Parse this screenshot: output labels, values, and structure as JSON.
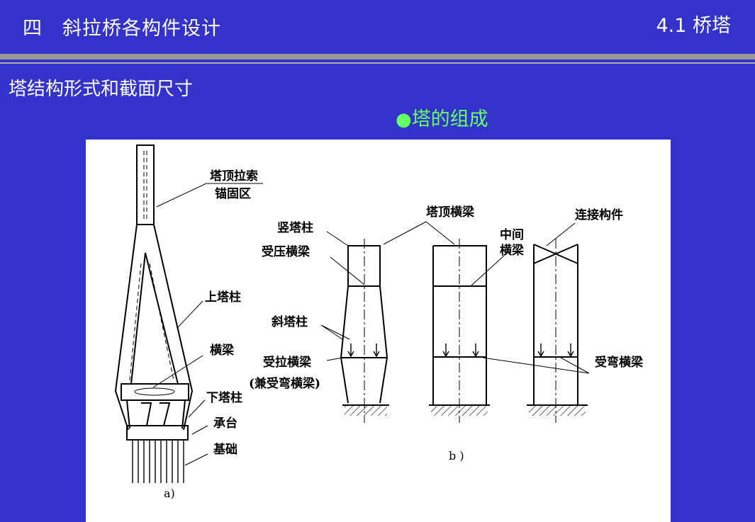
{
  "header": {
    "chapter_title": "四　斜拉桥各构件设计",
    "section_title": "4.1 桥塔"
  },
  "subheading": "塔结构形式和截面尺寸",
  "bullet": {
    "symbol": "●",
    "text": "塔的组成"
  },
  "figure": {
    "labels_a": {
      "anchor_zone_1": "塔顶拉索",
      "anchor_zone_2": "锚固区",
      "upper_column": "上塔柱",
      "crossbeam": "横梁",
      "lower_column": "下塔柱",
      "pile_cap": "承台",
      "foundation": "基础",
      "caption": "a)"
    },
    "labels_b": {
      "vertical_column": "竖塔柱",
      "compression_beam": "受压横梁",
      "top_beam": "塔顶横梁",
      "middle_beam_1": "中间",
      "middle_beam_2": "横梁",
      "connector": "连接构件",
      "inclined_column": "斜塔柱",
      "tension_beam": "受拉横梁",
      "tension_beam_note": "(兼受弯横梁)",
      "bending_beam": "受弯横梁",
      "caption": "b )"
    }
  },
  "colors": {
    "background": "#3333cc",
    "title_text": "#ffffff",
    "bullet_text": "#66ff66",
    "rule": "#999999"
  }
}
